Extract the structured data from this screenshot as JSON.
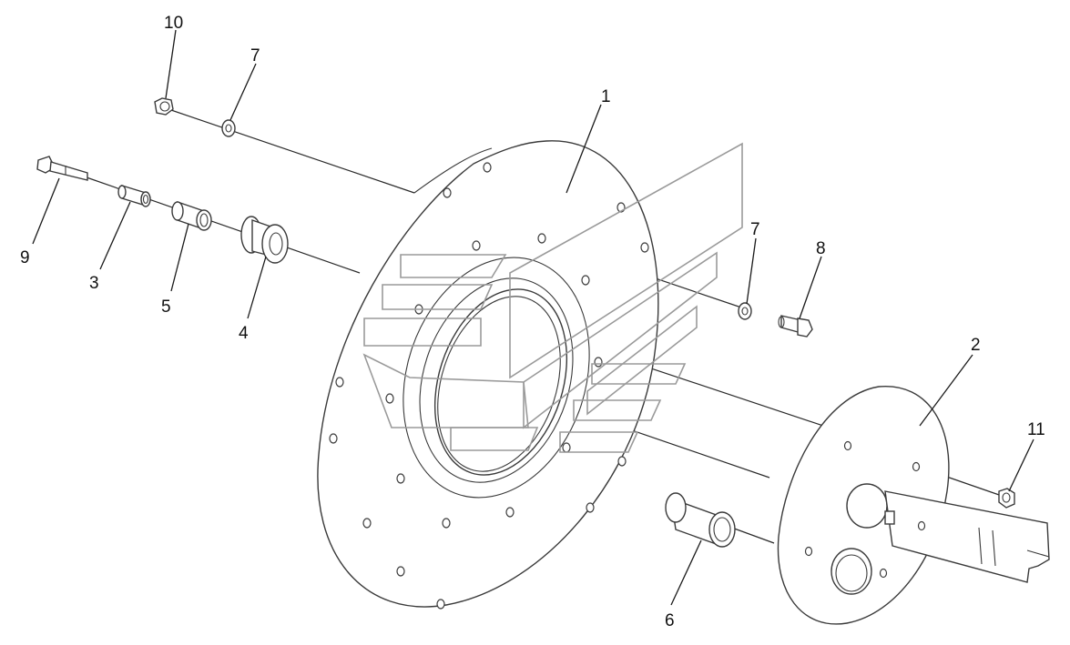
{
  "callouts": {
    "c1": "1",
    "c2": "2",
    "c3": "3",
    "c4": "4",
    "c5": "5",
    "c6": "6",
    "c7a": "7",
    "c7b": "7",
    "c8": "8",
    "c9": "9",
    "c10": "10",
    "c11": "11"
  },
  "colors": {
    "line": "#3a3a3a",
    "background": "#ffffff",
    "watermark": "#9a9a9a"
  }
}
